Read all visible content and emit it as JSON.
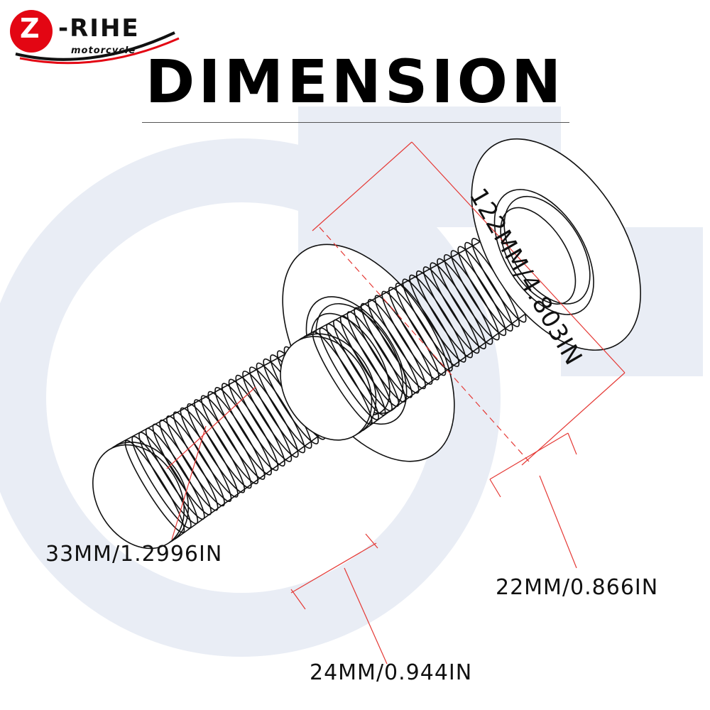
{
  "brand": {
    "logo_letter": "Z",
    "logo_name": "-RIHE",
    "logo_tagline": "motorcycle"
  },
  "title": "DIMENSION",
  "dimensions": {
    "length": "122MM/4.803IN",
    "outer_diameter": "33MM/1.2996IN",
    "inner_diameter_left": "24MM/0.944IN",
    "inner_diameter_right": "22MM/0.866IN"
  },
  "colors": {
    "background": "#ffffff",
    "watermark": "#e9edf5",
    "outline": "#111111",
    "measure_line": "#e53935",
    "logo_red": "#e30613"
  }
}
